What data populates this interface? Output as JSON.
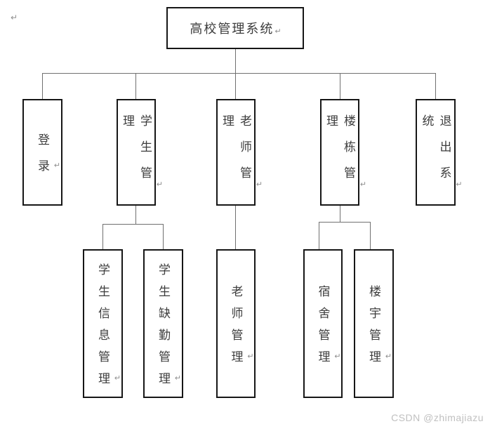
{
  "diagram": {
    "paragraph_mark": "↵",
    "root": {
      "label": "高校管理系统",
      "children": [
        {
          "label": "登录",
          "children": []
        },
        {
          "label": "学生管理",
          "children": [
            {
              "label": "学生信息管理"
            },
            {
              "label": "学生缺勤管理"
            }
          ]
        },
        {
          "label": "老师管理",
          "children": [
            {
              "label": "老师管理"
            }
          ]
        },
        {
          "label": "楼栋管理",
          "children": [
            {
              "label": "宿舍管理"
            },
            {
              "label": "楼宇管理"
            }
          ]
        },
        {
          "label": "退出系统",
          "children": []
        }
      ]
    }
  },
  "watermark": {
    "text": "CSDN @zhimajiazu"
  },
  "colors": {
    "background": "#ffffff",
    "box_border": "#161616",
    "label_text": "#3d3d3d",
    "connector": "#707070",
    "paragraph_mark": "#8f8f8f",
    "watermark": "#c0c0c0"
  }
}
